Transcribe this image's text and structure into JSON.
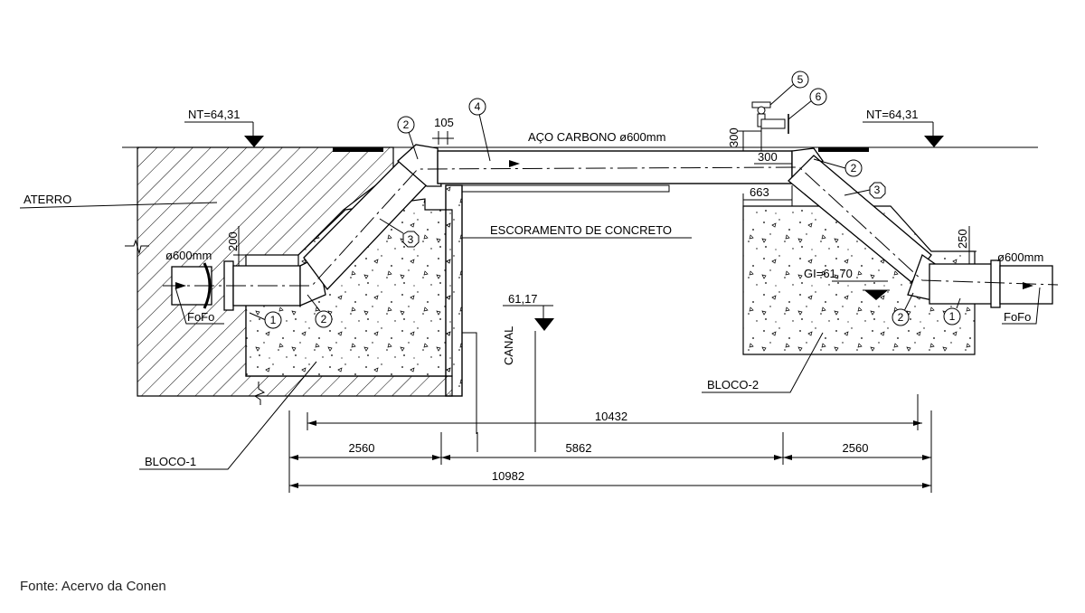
{
  "labels": {
    "nt_left": "NT=64,31",
    "nt_right": "NT=64,31",
    "pipe_title": "AÇO CARBONO ø600mm",
    "aterro": "ATERRO",
    "escoramento": "ESCORAMENTO DE CONCRETO",
    "canal": "CANAL",
    "level_canal": "61,17",
    "gi": "GI=61,70",
    "pipe_left": "ø600mm",
    "pipe_right": "ø600mm",
    "fofo_left": "FoFo",
    "fofo_right": "FoFo",
    "bloco1": "BLOCO-1",
    "bloco2": "BLOCO-2"
  },
  "dimensions": {
    "d105": "105",
    "d300v": "300",
    "d300h": "300",
    "d663": "663",
    "d200": "200",
    "d250": "250",
    "d10432": "10432",
    "d2560a": "2560",
    "d5862": "5862",
    "d2560b": "2560",
    "d10982": "10982"
  },
  "bubbles": [
    "1",
    "2",
    "3",
    "4",
    "5",
    "6"
  ],
  "source": "Fonte: Acervo da Conen"
}
